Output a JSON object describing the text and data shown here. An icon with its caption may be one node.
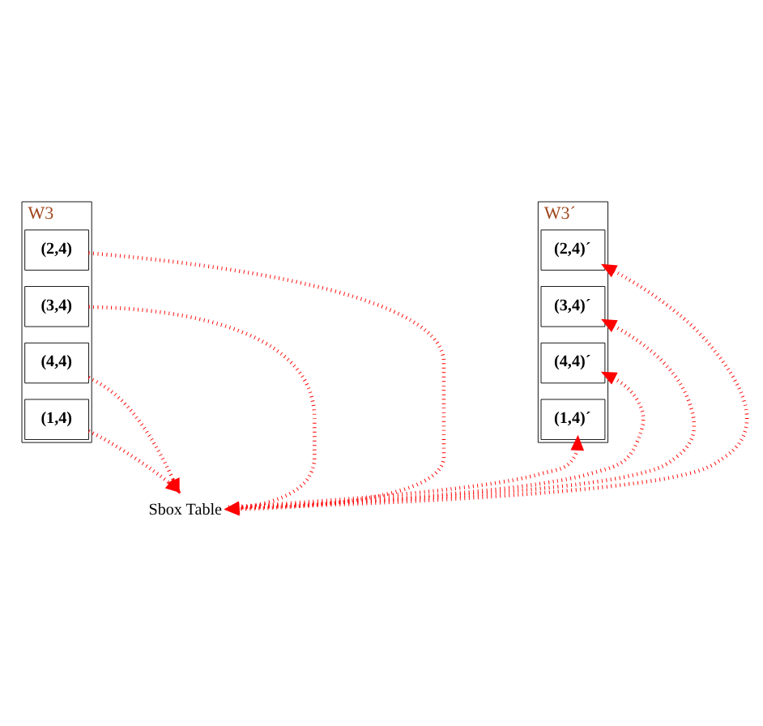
{
  "diagram": {
    "nodes": [
      {
        "text": [
          "W3"
        ]
      },
      {
        "text": [
          "(2,4)"
        ],
        "in": 0
      },
      {
        "text": [
          "(3,4)"
        ],
        "in": 0
      },
      {
        "text": [
          "(4,4)"
        ],
        "in": 0
      },
      {
        "text": [
          "(1,4)"
        ],
        "in": 0
      },
      {
        "text": [
          "W3´"
        ]
      },
      {
        "text": [
          "(2,4)´"
        ],
        "in": 5
      },
      {
        "text": [
          "(3,4)´"
        ],
        "in": 5
      },
      {
        "text": [
          "(4,4)´"
        ],
        "in": 5
      },
      {
        "text": [
          "(1,4)´"
        ],
        "in": 5
      },
      {
        "text": [
          "Sbox Table"
        ]
      }
    ],
    "edges": [
      {
        "from": 1,
        "to": 10,
        "arrow": "to"
      },
      {
        "from": 2,
        "to": 10,
        "arrow": "to"
      },
      {
        "from": 3,
        "to": 10,
        "arrow": "to"
      },
      {
        "from": 4,
        "to": 10,
        "arrow": "to"
      },
      {
        "from": 10,
        "to": 6,
        "arrow": "to"
      },
      {
        "from": 10,
        "to": 7,
        "arrow": "to"
      },
      {
        "from": 10,
        "to": 8,
        "arrow": "to"
      },
      {
        "from": 10,
        "to": 9,
        "arrow": "to"
      }
    ]
  }
}
